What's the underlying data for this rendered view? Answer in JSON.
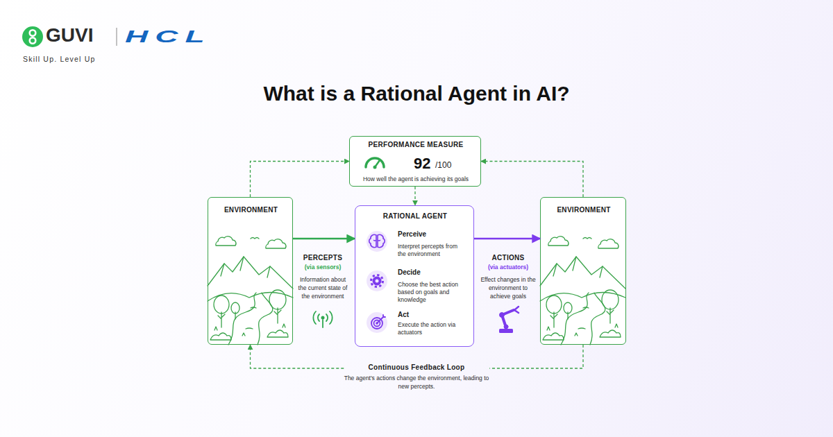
{
  "diagram": {
    "title": "What is a Rational Agent in AI?",
    "nodes": [
      {
        "text": [
          "PERFORMANCE MEASURE",
          "92",
          "/100",
          "How well the agent is achieving its goals"
        ]
      },
      {
        "text": [
          "ENVIRONMENT"
        ]
      },
      {
        "text": [
          "RATIONAL AGENT",
          "Perceive",
          "Interpret percepts from the environment",
          "Decide",
          "Choose the best action based on goals and knowledge",
          "Act",
          "Execute the action via actuators"
        ]
      },
      {
        "text": [
          "ENVIRONMENT"
        ]
      }
    ],
    "edges": [
      {
        "from": 1,
        "to": 0,
        "arrow": "to"
      },
      {
        "from": 3,
        "to": 0,
        "arrow": "to"
      },
      {
        "from": 0,
        "to": 2,
        "arrow": "to"
      },
      {
        "from": 1,
        "to": 2,
        "arrow": "to",
        "label": "PERCEPTS"
      },
      {
        "from": 2,
        "to": 3,
        "arrow": "to",
        "label": "ACTIONS"
      },
      {
        "from": 3,
        "to": 1,
        "arrow": "to",
        "label": "Continuous Feedback Loop"
      }
    ],
    "labels": [
      "GUVI",
      "HCL",
      "Skill Up. Level Up",
      "(via sensors)",
      "Information about the current state of the environment",
      "(via actuators)",
      "Effect changes in the environment to achieve goals",
      "The agent's actions change the environment, leading to new percepts."
    ]
  }
}
